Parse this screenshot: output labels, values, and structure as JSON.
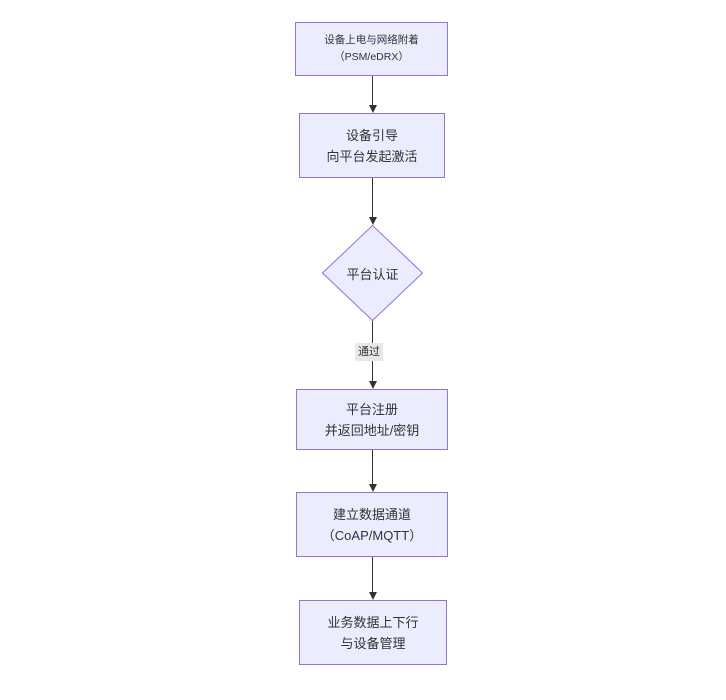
{
  "diagram": {
    "type": "flowchart-top-down",
    "nodes": [
      {
        "name": "device-power-network-attach",
        "shape": "rect",
        "lines": [
          "设备上电与网络附着",
          "（PSM/eDRX）"
        ]
      },
      {
        "name": "device-bootstrap-activate",
        "shape": "rect",
        "lines": [
          "设备引导",
          "向平台发起激活"
        ]
      },
      {
        "name": "platform-auth-decision",
        "shape": "diamond",
        "label": "平台认证"
      },
      {
        "name": "platform-register",
        "shape": "rect",
        "lines": [
          "平台注册",
          "并返回地址/密钥"
        ]
      },
      {
        "name": "establish-data-channel",
        "shape": "rect",
        "lines": [
          "建立数据通道",
          "（CoAP/MQTT）"
        ]
      },
      {
        "name": "business-data-management",
        "shape": "rect",
        "lines": [
          "业务数据上下行",
          "与设备管理"
        ]
      }
    ],
    "edges": [
      {
        "from": "device-power-network-attach",
        "to": "device-bootstrap-activate",
        "label": ""
      },
      {
        "from": "device-bootstrap-activate",
        "to": "platform-auth-decision",
        "label": ""
      },
      {
        "from": "platform-auth-decision",
        "to": "platform-register",
        "label": "通过"
      },
      {
        "from": "platform-register",
        "to": "establish-data-channel",
        "label": ""
      },
      {
        "from": "establish-data-channel",
        "to": "business-data-management",
        "label": ""
      }
    ],
    "colors": {
      "node_fill": "#ECECFF",
      "node_border": "#9370DB",
      "edge_line": "#333333",
      "arrowhead": "#333333",
      "edge_label_bg": "#e8e8e8",
      "text": "#333333",
      "background": "#ffffff"
    }
  }
}
